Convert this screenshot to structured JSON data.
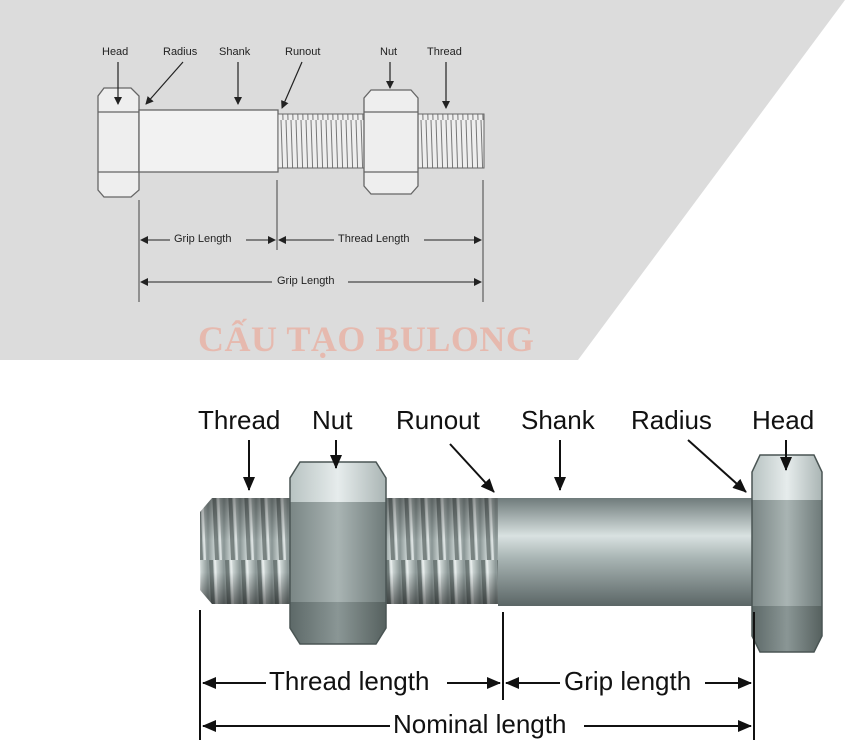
{
  "top_diagram": {
    "labels": {
      "head": "Head",
      "radius": "Radius",
      "shank": "Shank",
      "runout": "Runout",
      "nut": "Nut",
      "thread": "Thread"
    },
    "dimensions": {
      "grip_length": "Grip Length",
      "thread_length": "Thread Length",
      "overall": "Grip Length"
    },
    "caption": "CẤU TẠO BULONG"
  },
  "bottom_diagram": {
    "labels": {
      "thread": "Thread",
      "nut": "Nut",
      "runout": "Runout",
      "shank": "Shank",
      "radius": "Radius",
      "head": "Head"
    },
    "dimensions": {
      "thread_length": "Thread length",
      "grip_length": "Grip length",
      "nominal_length": "Nominal length"
    }
  },
  "colors": {
    "top_background": "#dcdcdc",
    "caption": "#e6b9ae",
    "steel": "#8e9a99"
  }
}
